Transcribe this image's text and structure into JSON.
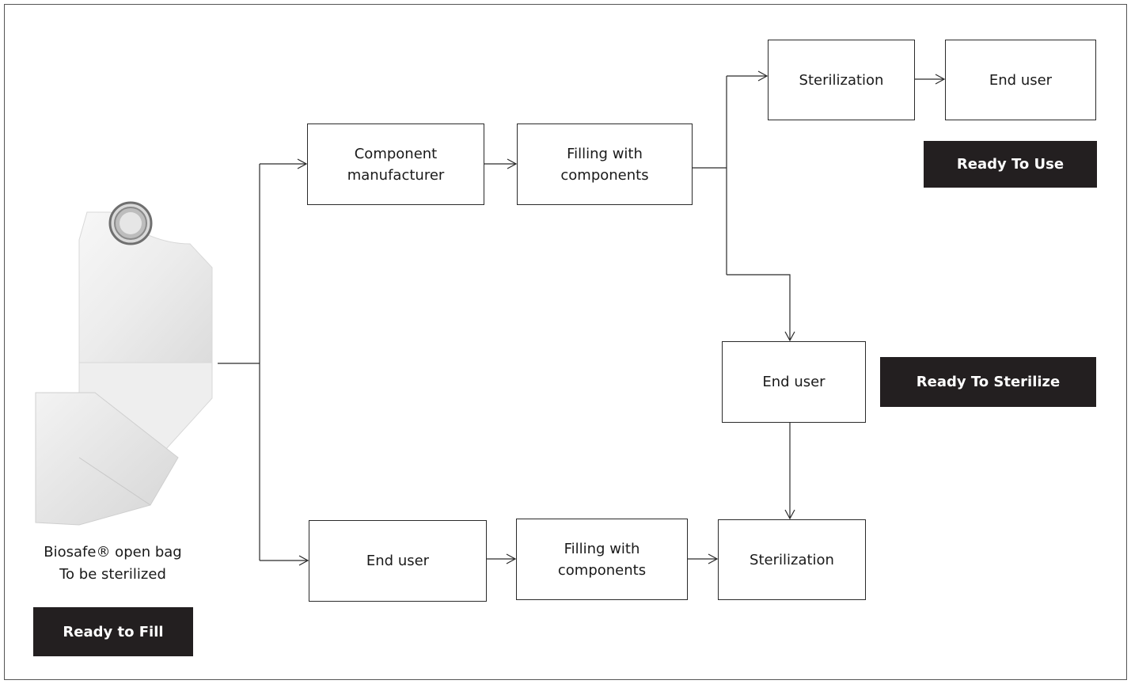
{
  "product": {
    "caption_line1": "Biosafe® open bag",
    "caption_line2": "To be sterilized",
    "image_label": "Biosafe open bag illustration"
  },
  "badges": {
    "ready_to_fill": "Ready to Fill",
    "ready_to_use": "Ready To Use",
    "ready_to_sterilize": "Ready To Sterilize"
  },
  "nodes": {
    "component_manufacturer": {
      "line1": "Component",
      "line2": "manufacturer"
    },
    "filling_top": {
      "line1": "Filling with",
      "line2": "components"
    },
    "sterilization_top": {
      "line1": "Sterilization"
    },
    "end_user_top": {
      "line1": "End user"
    },
    "end_user_mid": {
      "line1": "End user"
    },
    "end_user_bottom": {
      "line1": "End user"
    },
    "filling_bottom": {
      "line1": "Filling with",
      "line2": "components"
    },
    "sterilization_bottom": {
      "line1": "Sterilization"
    }
  },
  "colors": {
    "badge_background": "#231f20",
    "badge_text": "#ffffff",
    "line": "#2a2a2a"
  }
}
